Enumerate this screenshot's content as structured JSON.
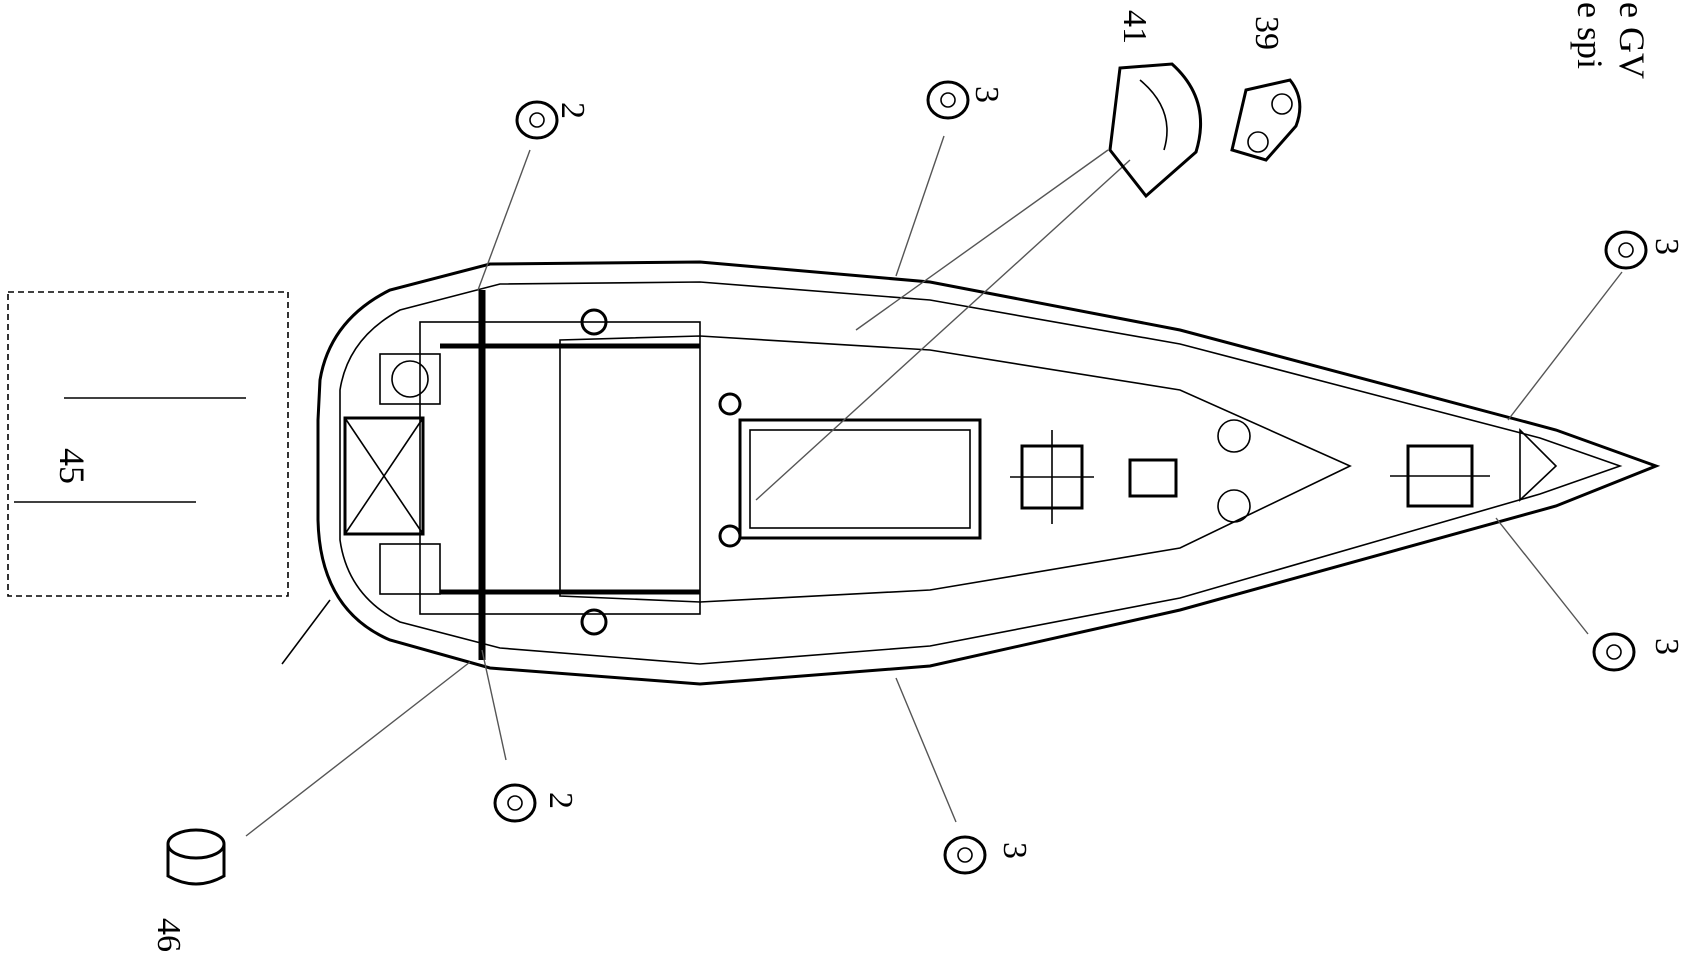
{
  "callouts": {
    "c2_top": "2",
    "c2_bottom": "2",
    "c3_top_left": "3",
    "c3_bottom_left": "3",
    "c3_top_right": "3",
    "c3_bottom_right": "3",
    "c41": "41",
    "c39": "39",
    "c45": "45",
    "c46": "46"
  },
  "legend": {
    "line1": "e GV",
    "line2": "e spi"
  }
}
